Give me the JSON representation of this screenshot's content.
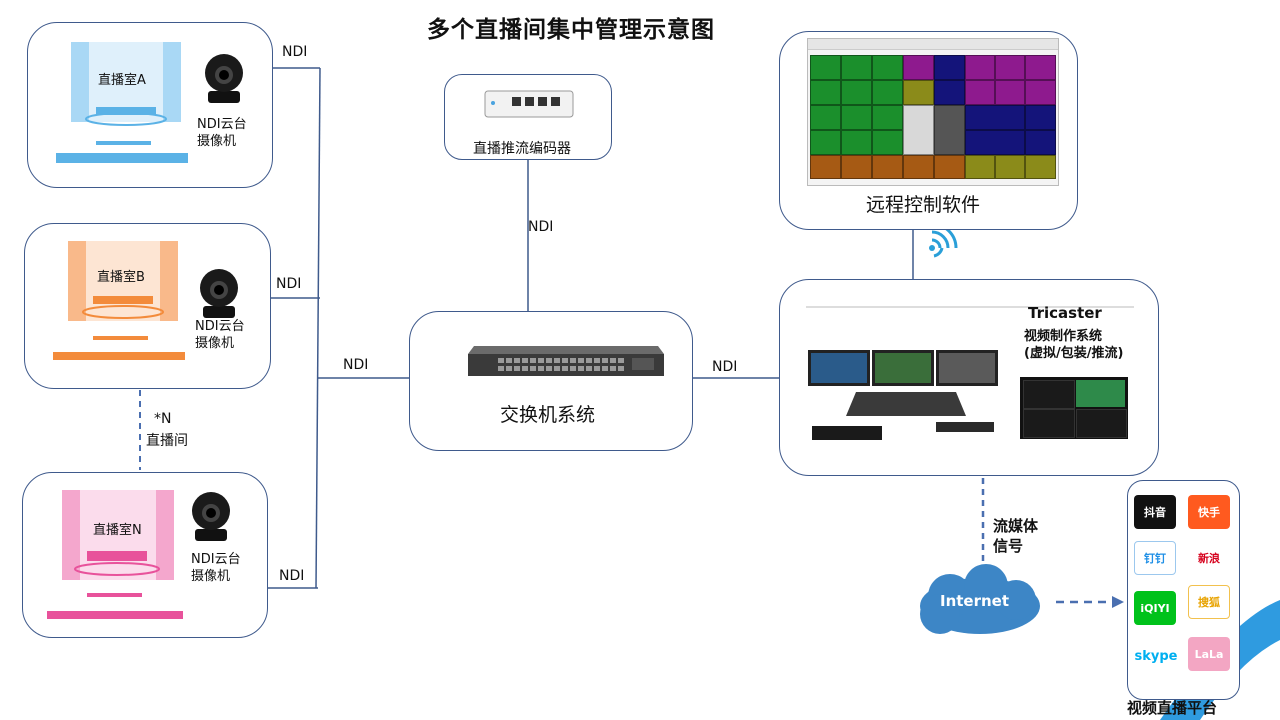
{
  "title": "多个直播间集中管理示意图",
  "rooms": [
    {
      "name": "直播室A",
      "camera_label_1": "NDI云台",
      "camera_label_2": "摄像机",
      "color": "#5bb2e6"
    },
    {
      "name": "直播室B",
      "camera_label_1": "NDI云台",
      "camera_label_2": "摄像机",
      "color": "#f38b3b"
    },
    {
      "name": "直播室N",
      "camera_label_1": "NDI云台",
      "camera_label_2": "摄像机",
      "color": "#e8529b"
    }
  ],
  "more_rooms": {
    "line1": "*N",
    "line2": "直播间"
  },
  "links": {
    "ndi_a": "NDI",
    "ndi_b": "NDI",
    "ndi_n": "NDI",
    "ndi_trunk": "NDI",
    "ndi_encoder": "NDI",
    "ndi_tricaster": "NDI"
  },
  "encoder": {
    "label": "直播推流编码器"
  },
  "switch": {
    "label": "交换机系统"
  },
  "remote": {
    "label": "远程控制软件"
  },
  "tricaster": {
    "name": "Tricaster",
    "line1": "视频制作系统",
    "line2": "(虚拟/包装/推流)"
  },
  "streaming": {
    "line1": "流媒体",
    "line2": "信号"
  },
  "internet": {
    "label": "Internet"
  },
  "platforms": {
    "caption": "视频直播平台",
    "items": [
      "抖音",
      "快手",
      "钉钉",
      "新浪",
      "iQIYI",
      "搜狐",
      "skype",
      "LaLa"
    ]
  },
  "colors": {
    "line": "#3f5a8c",
    "dashed": "#4a6fb0",
    "cloud": "#3d86c6"
  }
}
